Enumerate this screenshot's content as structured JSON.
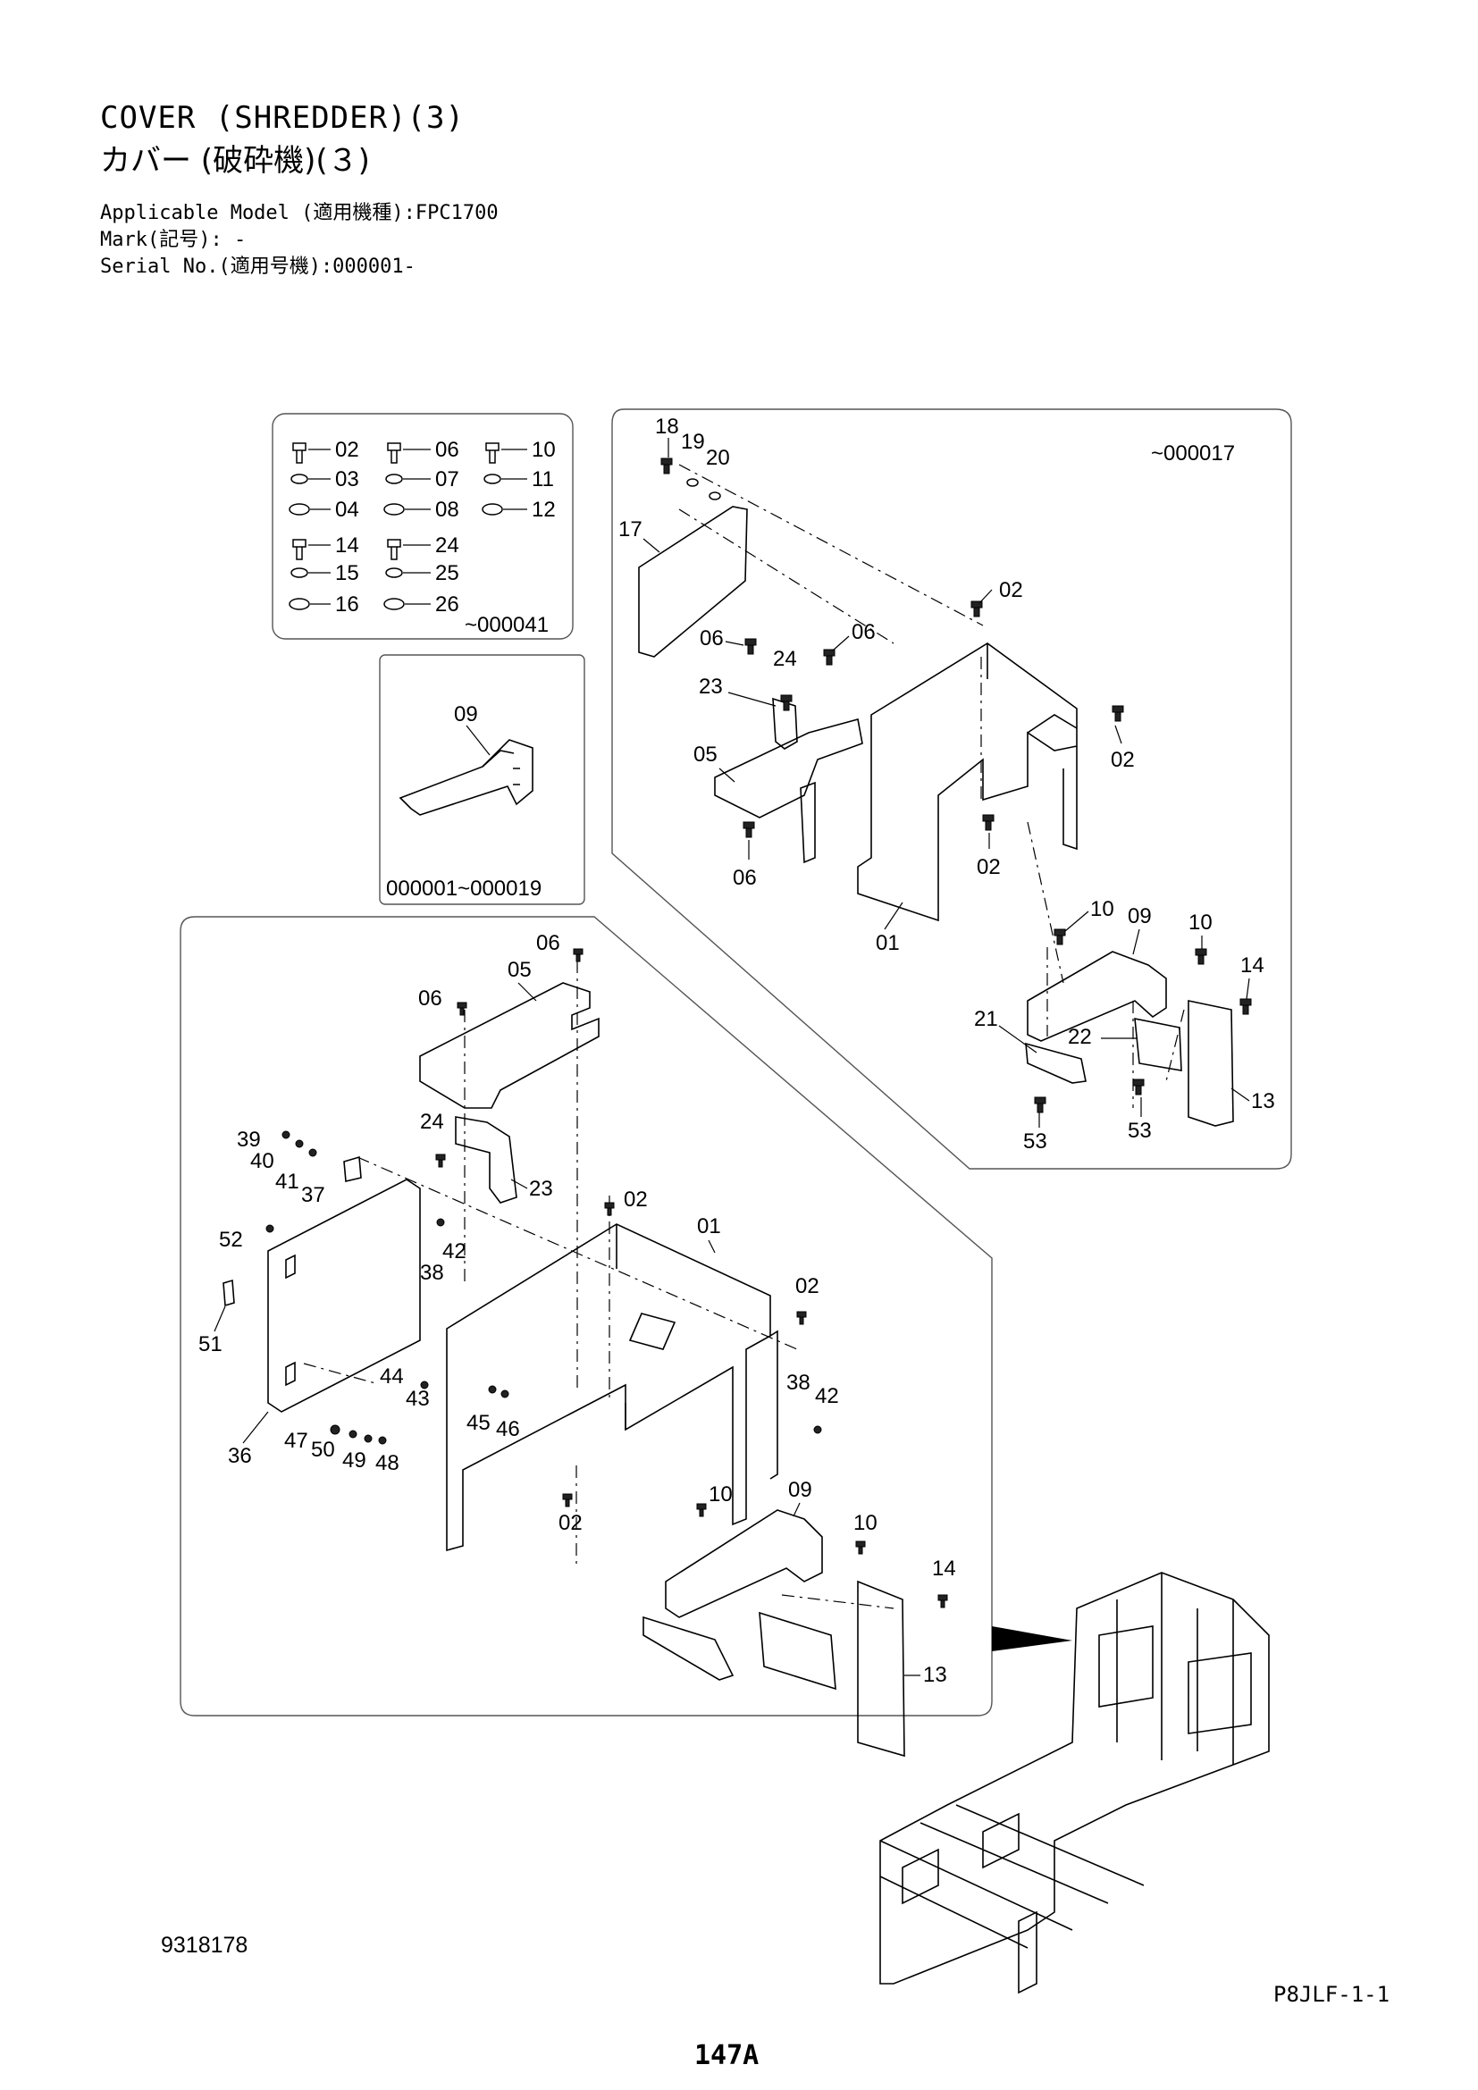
{
  "header": {
    "title_en": "COVER (SHREDDER)(3)",
    "title_ja": "カバー (破砕機)(３)",
    "applicable_model": "Applicable Model (適用機種):FPC1700",
    "mark": "Mark(記号): -",
    "serial_no": "Serial No.(適用号機):000001-"
  },
  "insets": {
    "hardware_serial": "~000041",
    "bracket_serial": "000001~000019",
    "upper_serial": "~000017"
  },
  "hardware_legend": [
    "02",
    "03",
    "04",
    "06",
    "07",
    "08",
    "10",
    "11",
    "12",
    "14",
    "15",
    "16",
    "24",
    "25",
    "26"
  ],
  "callouts": {
    "c01": "01",
    "c02": "02",
    "c05": "05",
    "c06": "06",
    "c09": "09",
    "c10": "10",
    "c13": "13",
    "c14": "14",
    "c17": "17",
    "c18": "18",
    "c19": "19",
    "c20": "20",
    "c21": "21",
    "c22": "22",
    "c23": "23",
    "c24": "24",
    "c36": "36",
    "c37": "37",
    "c38": "38",
    "c39": "39",
    "c40": "40",
    "c41": "41",
    "c42": "42",
    "c43": "43",
    "c44": "44",
    "c45": "45",
    "c46": "46",
    "c47": "47",
    "c48": "48",
    "c49": "49",
    "c50": "50",
    "c51": "51",
    "c52": "52",
    "c53": "53"
  },
  "footer": {
    "doc_number": "9318178",
    "page_code": "P8JLF-1-1",
    "page_number": "147A"
  }
}
